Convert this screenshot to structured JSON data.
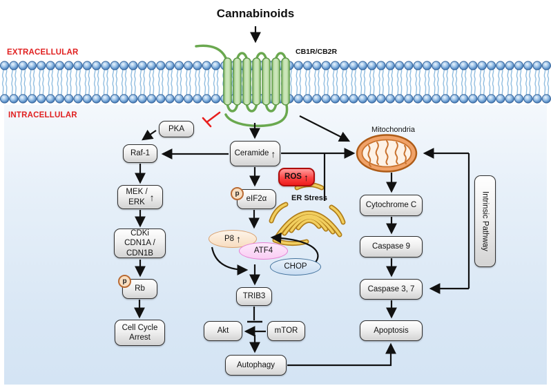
{
  "title": "Cannabinoids",
  "receptor_label": "CB1R/CB2R",
  "regions": {
    "extracellular": "EXTRACELLULAR",
    "intracellular": "INTRACELLULAR"
  },
  "organelles": {
    "mitochondria": "Mitochondria",
    "er_stress": "ER Stress"
  },
  "nodes": {
    "pka": {
      "label": "PKA"
    },
    "raf1": {
      "label": "Raf-1"
    },
    "mek_erk": {
      "label": "MEK /\nERK",
      "arrow": "↑"
    },
    "cdki": {
      "label": "CDKi\nCDN1A /\nCDN1B"
    },
    "rb": {
      "label": "Rb",
      "p": "p"
    },
    "cell_cycle_arrest": {
      "label": "Cell Cycle\nArrest"
    },
    "ceramide": {
      "label": "Ceramide",
      "arrow": "↑"
    },
    "ros": {
      "label": "ROS",
      "arrow": "↑"
    },
    "eif2a": {
      "label": "eIF2α",
      "p": "p"
    },
    "p8": {
      "label": "P8",
      "arrow": "↑"
    },
    "atf4": {
      "label": "ATF4"
    },
    "chop": {
      "label": "CHOP"
    },
    "trib3": {
      "label": "TRIB3"
    },
    "akt": {
      "label": "Akt"
    },
    "mtor": {
      "label": "mTOR"
    },
    "autophagy": {
      "label": "Autophagy"
    },
    "cytochrome_c": {
      "label": "Cytochrome C"
    },
    "caspase9": {
      "label": "Caspase 9"
    },
    "caspase37": {
      "label": "Caspase 3, 7"
    },
    "apoptosis": {
      "label": "Apoptosis"
    },
    "intrinsic_pathway": {
      "label": "Intrinsic Pathway"
    }
  },
  "colors": {
    "membrane_blue": "#4a80ba",
    "receptor_green": "#93c47d",
    "inhibition_red": "#e8201f",
    "ros_red": "#ee1c1c",
    "region_label_red": "#e02020",
    "node_gray": "#d3d3d3",
    "mitochondria_orange": "#c9732f",
    "er_gold": "#e9c45b",
    "p8_peach": "#f8ddc0",
    "atf4_pink": "#f9cdf3",
    "chop_blue": "#c9ddf2",
    "panel_blue": "#d9e7f5"
  }
}
